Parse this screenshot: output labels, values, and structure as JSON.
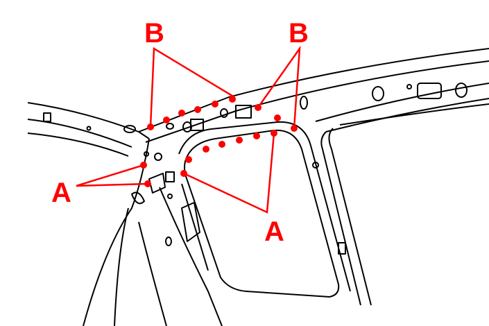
{
  "labels": {
    "b_left": "B",
    "b_right": "B",
    "a_left": "A",
    "a_right": "A"
  },
  "colors": {
    "accent": "#ff0000",
    "line": "#000000"
  }
}
